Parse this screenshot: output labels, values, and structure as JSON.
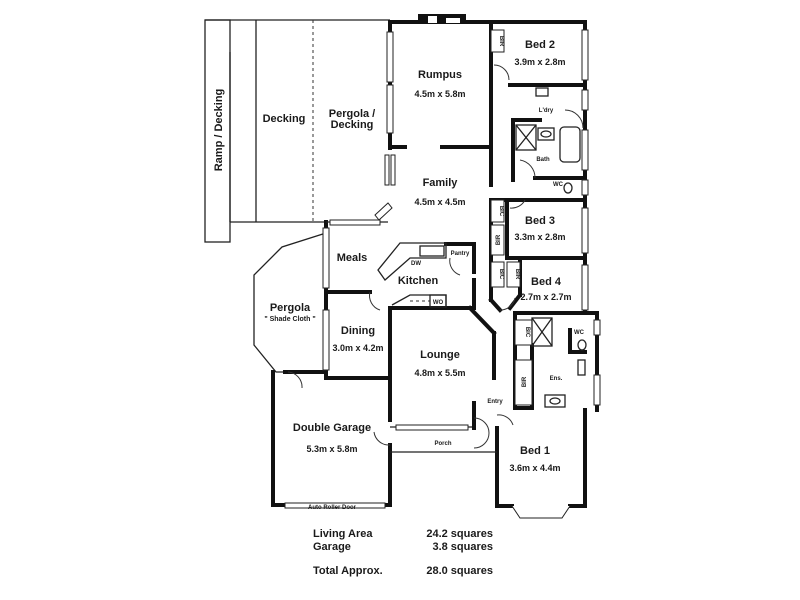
{
  "plan": {
    "rooms": [
      {
        "id": "ramp",
        "name": "Ramp / Decking",
        "dims": ""
      },
      {
        "id": "decking",
        "name": "Decking",
        "dims": ""
      },
      {
        "id": "pergola-decking",
        "name": "Pergola /",
        "name2": "Decking",
        "dims": ""
      },
      {
        "id": "rumpus",
        "name": "Rumpus",
        "dims": "4.5m x 5.8m"
      },
      {
        "id": "bed2",
        "name": "Bed 2",
        "dims": "3.9m x 2.8m"
      },
      {
        "id": "laundry",
        "name": "L'dry",
        "dims": ""
      },
      {
        "id": "bath",
        "name": "Bath",
        "dims": ""
      },
      {
        "id": "wc1",
        "name": "WC",
        "dims": ""
      },
      {
        "id": "family",
        "name": "Family",
        "dims": "4.5m x 4.5m"
      },
      {
        "id": "bed3",
        "name": "Bed 3",
        "dims": "3.3m x 2.8m"
      },
      {
        "id": "meals",
        "name": "Meals",
        "dims": ""
      },
      {
        "id": "kitchen",
        "name": "Kitchen",
        "dims": ""
      },
      {
        "id": "bed4",
        "name": "Bed 4",
        "dims": "2.7m x 2.7m"
      },
      {
        "id": "pergola",
        "name": "Pergola",
        "name2": "\" Shade Cloth \"",
        "dims": ""
      },
      {
        "id": "dining",
        "name": "Dining",
        "dims": "3.0m x 4.2m"
      },
      {
        "id": "lounge",
        "name": "Lounge",
        "dims": "4.8m x 5.5m"
      },
      {
        "id": "ensuite",
        "name": "Ens.",
        "dims": ""
      },
      {
        "id": "wc2",
        "name": "WC",
        "dims": ""
      },
      {
        "id": "entry",
        "name": "Entry",
        "dims": ""
      },
      {
        "id": "garage",
        "name": "Double Garage",
        "dims": "5.3m x 5.8m"
      },
      {
        "id": "porch",
        "name": "Porch",
        "dims": ""
      },
      {
        "id": "bed1",
        "name": "Bed 1",
        "dims": "3.6m x 4.4m"
      }
    ],
    "fixtures": {
      "bir": "BIR",
      "bic": "BIC",
      "dw": "DW",
      "pantry": "Pantry",
      "wo": "WO",
      "roller_door": "Auto Roller Door"
    }
  },
  "areas": {
    "living": {
      "label": "Living Area",
      "value": "24.2 squares"
    },
    "garage": {
      "label": "Garage",
      "value": "3.8 squares"
    },
    "total": {
      "label": "Total Approx.",
      "value": "28.0 squares"
    }
  }
}
